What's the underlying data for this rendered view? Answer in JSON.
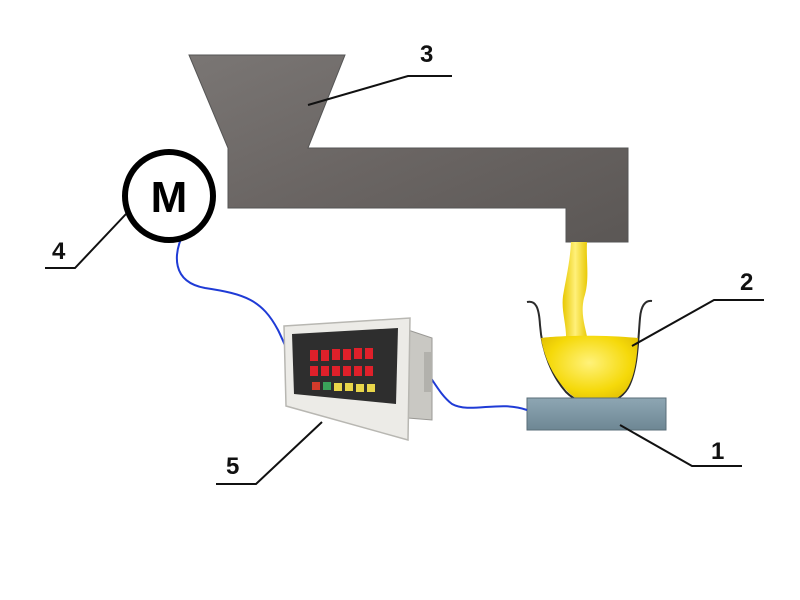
{
  "motor": {
    "letter": "M"
  },
  "callouts": {
    "c1": "1",
    "c2": "2",
    "c3": "3",
    "c4": "4",
    "c5": "5"
  },
  "colors": {
    "chute": "#6f6b69",
    "liquid": "#f5d90a",
    "platform": "#7e97a5",
    "cable": "#1f3bd6",
    "indicator_body": "#ecebe7",
    "display": "#2a2a2a",
    "digits": "#e0202a"
  },
  "icons": [
    "motor-icon"
  ]
}
